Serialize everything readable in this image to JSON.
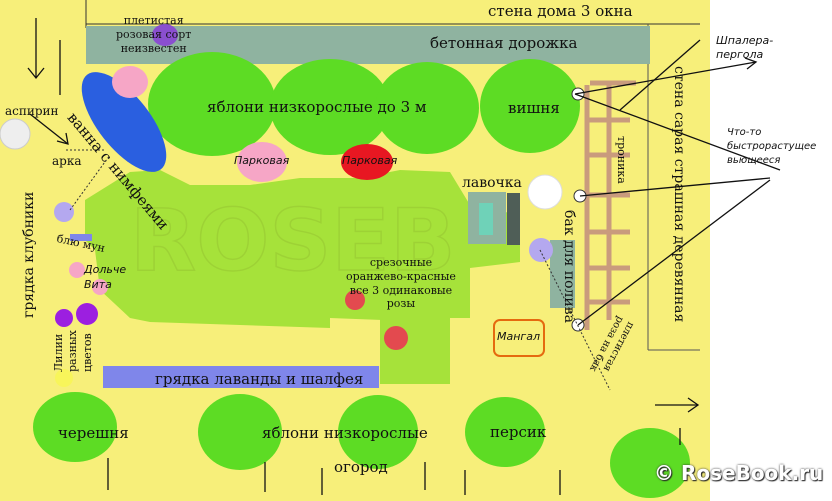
{
  "labels": {
    "house_wall": "стена дома 3 окна",
    "concrete_path": "бетонная дорожка",
    "climbing_rose": "плетистая\nрозовая сорт\nнеизвестен",
    "bath": "ванна с нимфеями",
    "aspirin": "аспирин",
    "arch": "арка",
    "low_apples_top": "яблони низкорослые до 3 м",
    "cherry": "вишня",
    "park_rose_1": "Парковая",
    "park_rose_2": "Парковая",
    "trellis": "Шпалера-\nпергола",
    "shed_wall": "стена сарая страшная деревянная",
    "fast_climber": "Что-то\nбыстрорастущее\nвьющееся",
    "bench": "лавочка",
    "trough": "троника",
    "water_tank": "бак для полива",
    "strawberry_bed": "грядка клубники",
    "blue_moon": "блю мун",
    "dolce_vita": "Дольче\nВита",
    "lilies": "Лилии\nразных\nцветов",
    "cut_roses": "срезочные\nоранжево-красные\nвсе 3 одинаковые\nрозы",
    "bbq": "Мангал",
    "climbing_rose_on_tank": "плетистая\nроза на бак",
    "lavender_bed": "грядка лаванды и шалфея",
    "sweet_cherry": "черешня",
    "low_apples_bottom": "яблони низкорослые",
    "peach": "персик",
    "vegetable_garden": "огород",
    "watermark": "© RoseBook.ru",
    "bg_watermark": "ROSEBOOK"
  },
  "colors": {
    "ground": "#f7ef7a",
    "lawn": "#a6e23a",
    "tree": "#5ddc24",
    "path": "#8fb3a0",
    "bath": "#2a5fe0",
    "lavender": "#7f86ea",
    "shed": "#b08060"
  }
}
